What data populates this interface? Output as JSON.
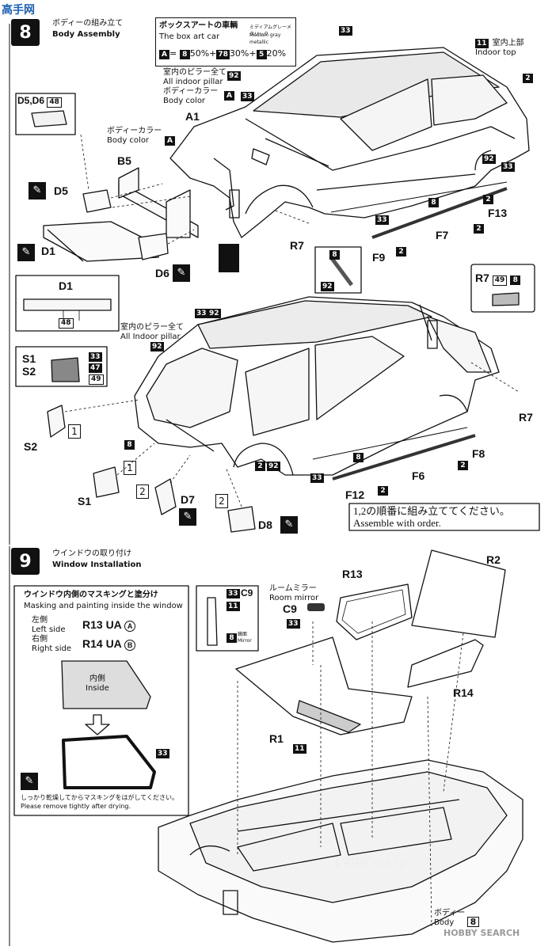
{
  "logo_text": "高手网",
  "step8": {
    "number": "8",
    "title_jp": "ボディーの組み立て",
    "title_en": "Body Assembly",
    "boxart": {
      "title_jp": "ボックスアートの車輌",
      "title_en": "The box art car",
      "note_jp": "ミディアムグレーメタリック",
      "note_en": "Medium gray metallic",
      "formula": [
        "A",
        "= ",
        "8",
        "50%+",
        "78",
        "30%+",
        "5",
        "20%"
      ]
    },
    "labels": {
      "indoor_top_jp": "室内上部",
      "indoor_top_en": "Indoor top",
      "indoor_top_code": "11",
      "pillar_jp": "室内のピラー全て",
      "pillar_en": "All indoor pillar",
      "bodycolor_jp": "ボディーカラー",
      "bodycolor_en": "Body color",
      "bodycolor_jp2": "ボディーカラー",
      "bodycolor_en2": "Body color",
      "pillar2_jp": "室内のピラー全て",
      "pillar2_en": "All Indoor pillar"
    },
    "parts": [
      "A1",
      "B5",
      "D5",
      "D1",
      "D6",
      "R7",
      "F9",
      "F7",
      "F13",
      "S1",
      "S2",
      "D7",
      "D8",
      "F12",
      "F6",
      "F8"
    ],
    "d5d6_label": "D5,D6",
    "d5d6_code": "48",
    "d1_label": "D1",
    "d1_code": "48",
    "s1s2": [
      {
        "part": "S1",
        "codes": [
          "33",
          "47"
        ]
      },
      {
        "part": "S2",
        "codes": [
          "49"
        ]
      }
    ],
    "r7": {
      "part": "R7",
      "codes": [
        "49",
        "8"
      ]
    },
    "order_note_jp": "1,2の順番に組み立ててください。",
    "order_note_en": "Assemble with order.",
    "order_marks": [
      "1",
      "2"
    ],
    "color_codes": [
      "33",
      "11",
      "2",
      "92",
      "33",
      "92",
      "33",
      "8",
      "33",
      "2",
      "8",
      "92",
      "33",
      "92",
      "8",
      "2",
      "92",
      "33",
      "8",
      "2",
      "2",
      "A",
      "A",
      "A"
    ]
  },
  "step9": {
    "number": "9",
    "title_jp": "ウインドウの取り付け",
    "title_en": "Window Installation",
    "masking": {
      "title_jp": "ウインドウ内側のマスキングと塗分け",
      "title_en": "Masking and painting inside the window",
      "left_jp": "左側",
      "left_en": "Left side",
      "left_part": "R13 UA",
      "left_mark": "A",
      "right_jp": "右側",
      "right_en": "Right side",
      "right_part": "R14 UA",
      "right_mark": "B",
      "inside_jp": "内側",
      "inside_en": "Inside",
      "code": "33",
      "note_jp": "しっかり乾燥してからマスキングをはがしてください。",
      "note_en": "Please remove tightly after drying."
    },
    "mirror_box": {
      "part": "C9",
      "codes": [
        "33",
        "11",
        "8"
      ],
      "mirror_jp": "鏡面",
      "mirror_en": "Mirror"
    },
    "room_mirror_jp": "ルームミラー",
    "room_mirror_en": "Room mirror",
    "c9_label": "C9",
    "c9_code": "33",
    "parts": [
      "R13",
      "R2",
      "R14",
      "R1"
    ],
    "r1_code": "11",
    "body_jp": "ボディー",
    "body_en": "Body",
    "body_code": "8"
  },
  "watermark": "1999.co.jp",
  "hobby_search": "HOBBY SEARCH"
}
